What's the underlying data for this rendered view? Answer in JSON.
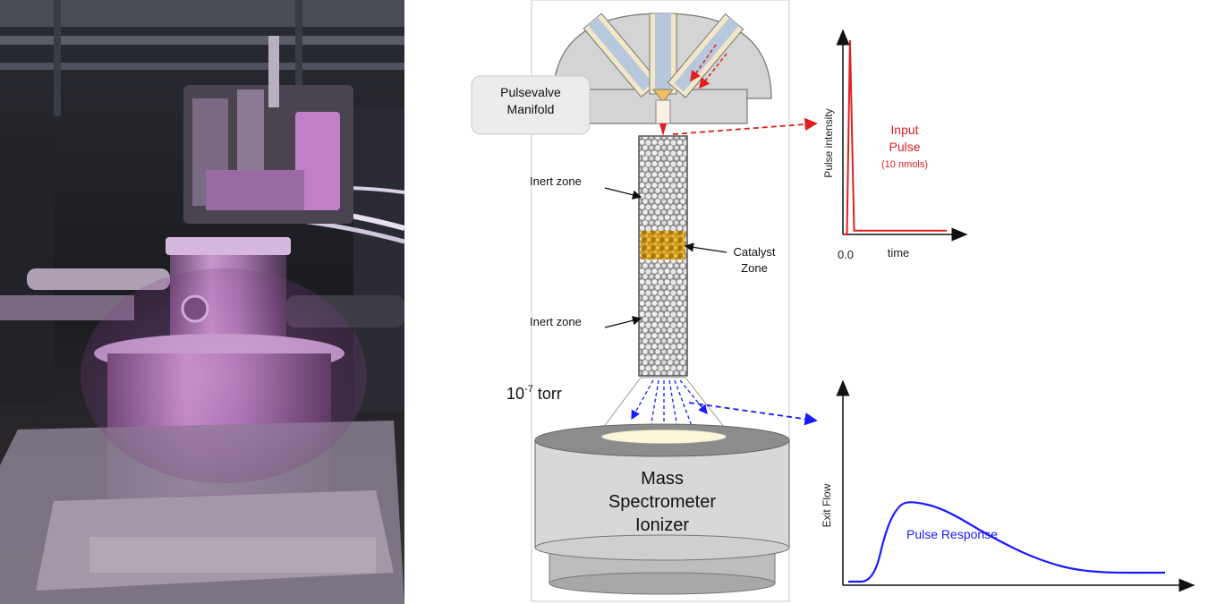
{
  "photo": {
    "description_icon": "reactor-apparatus-photo"
  },
  "diagram": {
    "pulsevalve_label_line1": "Pulsevalve",
    "pulsevalve_label_line2": "Manifold",
    "inert_zone_top": "Inert zone",
    "catalyst_zone_line1": "Catalyst",
    "catalyst_zone_line2": "Zone",
    "inert_zone_bottom": "Inert zone",
    "pressure_base": "10",
    "pressure_exp": "-7",
    "pressure_unit": " torr",
    "ms_line1": "Mass",
    "ms_line2": "Spectrometer",
    "ms_line3": "Ionizer"
  },
  "colors": {
    "input_red": "#e02020",
    "response_blue": "#1a1aff",
    "catalyst": "#d8a020",
    "pipe_blue": "#b8c8dc",
    "body_gray": "#d8d8d8"
  },
  "chart_data": [
    {
      "type": "line",
      "ylabel": "Pulse intensity",
      "xlabel": "time",
      "x_tick_labels": [
        "0.0"
      ],
      "annotation": [
        "Input",
        "Pulse",
        "(10 nmols)"
      ],
      "series": [
        {
          "x": [
            0,
            0.03,
            0.06,
            0.1,
            1.0
          ],
          "y": [
            0,
            0,
            1.0,
            0.02,
            0.02
          ]
        }
      ]
    },
    {
      "type": "line",
      "ylabel": "Exit Flow",
      "annotation": [
        "Pulse Response"
      ],
      "series": [
        {
          "x": [
            0,
            0.08,
            0.12,
            0.16,
            0.2,
            0.3,
            0.45,
            0.6,
            0.75,
            1.0
          ],
          "y": [
            0.05,
            0.05,
            0.35,
            0.48,
            0.5,
            0.46,
            0.3,
            0.17,
            0.1,
            0.1
          ]
        }
      ]
    }
  ]
}
